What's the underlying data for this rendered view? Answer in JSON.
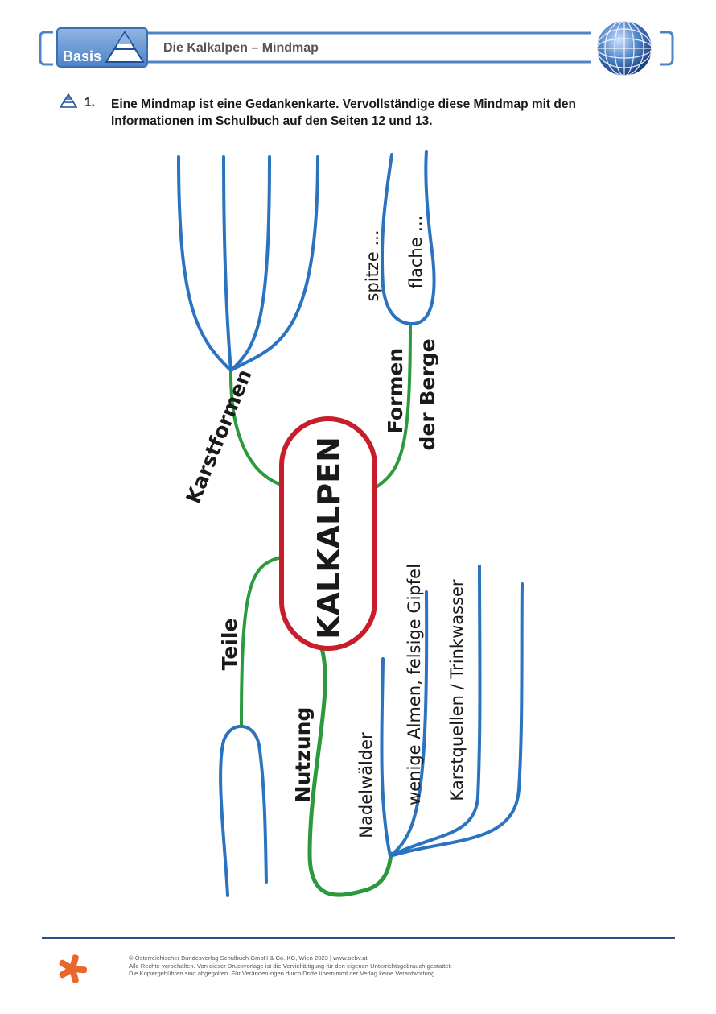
{
  "header": {
    "badge_label": "Basis",
    "title": "Die Kalkalpen – Mindmap"
  },
  "task": {
    "number": "1.",
    "line1": "Eine Mindmap ist eine Gedankenkarte. Vervollständige diese Mindmap mit den",
    "line2": "Informationen im Schulbuch auf den Seiten 12 und 13."
  },
  "mindmap": {
    "center": "KALKALPEN",
    "branches": {
      "karstformen": "Karstformen",
      "formen_der_berge_line1": "Formen",
      "formen_der_berge_line2": "der Berge",
      "teile": "Teile",
      "nutzung": "Nutzung"
    },
    "leaves": {
      "spitze": "spitze ...",
      "flache": "flache ...",
      "nadelwaelder": "Nadelwälder",
      "almen": "wenige Almen, felsige Gipfel",
      "karstquellen": "Karstquellen / Trinkwasser"
    },
    "colors": {
      "center_border": "#c81d2b",
      "branch": "#2a9a3c",
      "leaf_line": "#2b73c0"
    }
  },
  "footer": {
    "line1": "© Österreichischer Bundesverlag Schulbuch GmbH & Co. KG, Wien 2023 | www.oebv.at",
    "line2": "Alle Rechte vorbehalten. Von dieser Druckvorlage ist die Vervielfältigung für den eigenen Unterrichtsgebrauch gestattet.",
    "line3": "Die Kopiergebühren sind abgegolten. Für Veränderungen durch Dritte übernimmt der Verlag keine Verantwortung."
  }
}
